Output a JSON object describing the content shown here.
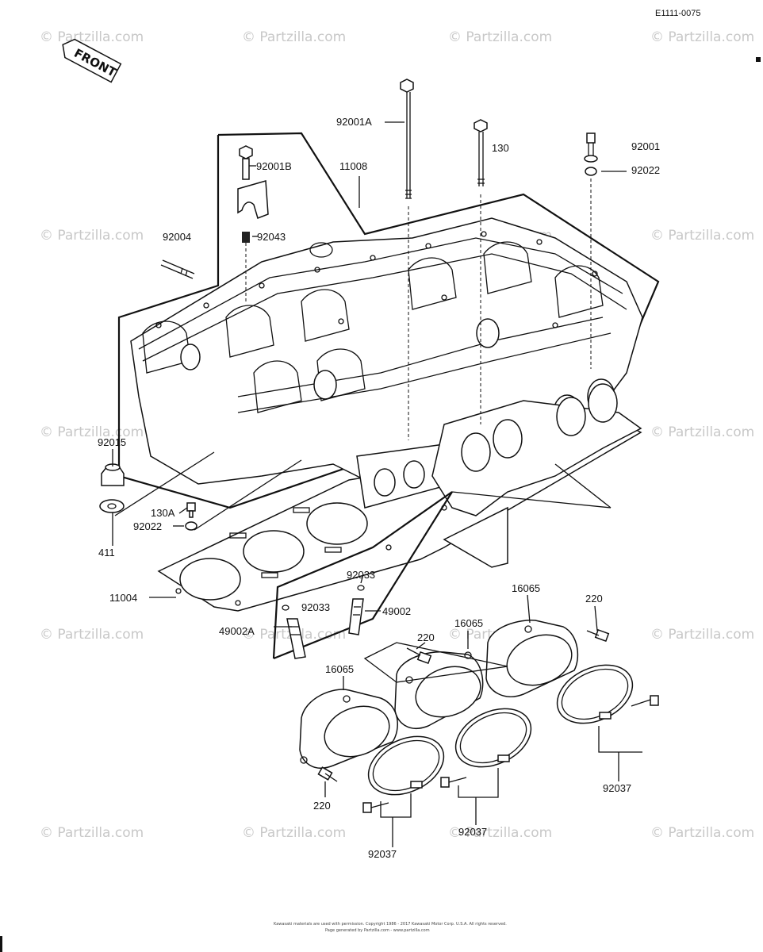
{
  "diagram": {
    "ref_code": "E1111-0075",
    "front_label": "FRONT",
    "watermark_text": "© Partzilla.com",
    "copyright_line1": "Kawasaki materials are used with permission. Copyright 1986 - 2017 Kawasaki Motor Corp. U.S.A. All rights reserved.",
    "copyright_line2": "Page generated by Partzilla.com - www.partzilla.com",
    "labels": {
      "92001A": "92001A",
      "130": "130",
      "92001": "92001",
      "92022_top": "92022",
      "92001B": "92001B",
      "11008": "11008",
      "92004": "92004",
      "92043": "92043",
      "92015": "92015",
      "130A": "130A",
      "92022_left": "92022",
      "411": "411",
      "11004": "11004",
      "92033_a": "92033",
      "92033_b": "92033",
      "49002": "49002",
      "49002A": "49002A",
      "16065_a": "16065",
      "16065_b": "16065",
      "16065_c": "16065",
      "220_a": "220",
      "220_b": "220",
      "220_c": "220",
      "92037_a": "92037",
      "92037_b": "92037",
      "92037_c": "92037"
    }
  }
}
